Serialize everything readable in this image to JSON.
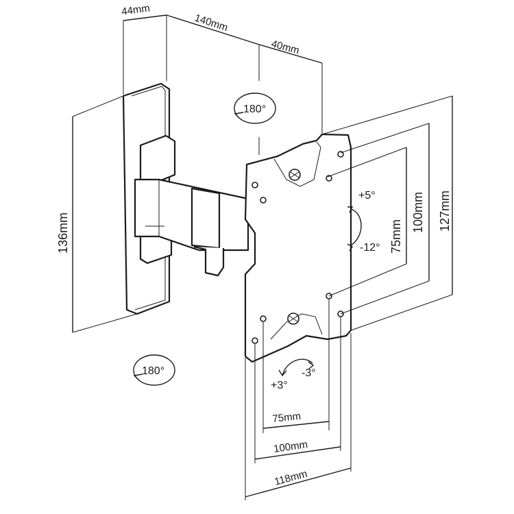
{
  "dimensions": {
    "wall_plate_depth": "44mm",
    "arm_extension": "140mm",
    "plate_offset": "40mm",
    "wall_plate_height": "136mm",
    "vesa_height_small": "75mm",
    "vesa_height_large": "100mm",
    "plate_height": "127mm",
    "vesa_width_small": "75mm",
    "vesa_width_large": "100mm",
    "plate_width": "118mm"
  },
  "angles": {
    "swivel_top": "180°",
    "swivel_bottom": "180°",
    "tilt_up": "+5°",
    "tilt_down": "-12°",
    "rotate_left": "+3°",
    "rotate_right": "-3°"
  }
}
